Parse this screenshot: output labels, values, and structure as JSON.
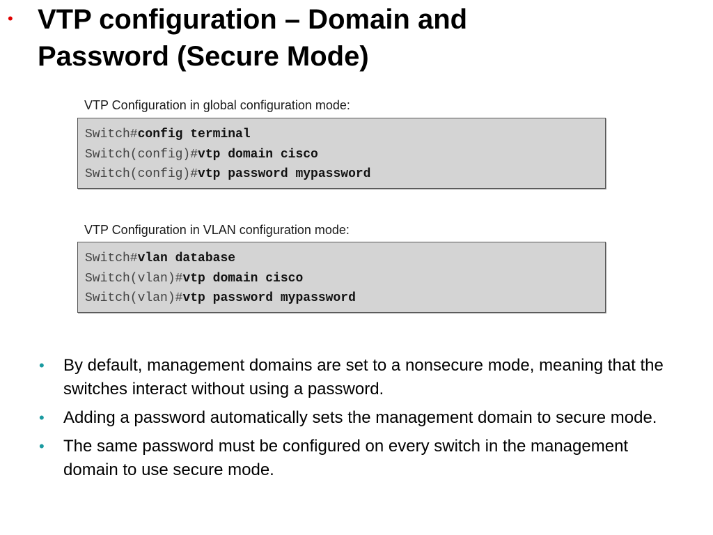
{
  "slide": {
    "title_line1": "VTP configuration – Domain and",
    "title_line2": "Password (Secure Mode)",
    "title_bullet": "•"
  },
  "sections": [
    {
      "caption": "VTP Configuration in global configuration mode:",
      "lines": [
        {
          "prompt": "Switch#",
          "command": "config terminal"
        },
        {
          "prompt": "Switch(config)#",
          "command": "vtp domain cisco"
        },
        {
          "prompt": "Switch(config)#",
          "command": "vtp password mypassword"
        }
      ]
    },
    {
      "caption": "VTP Configuration in VLAN configuration mode:",
      "lines": [
        {
          "prompt": "Switch#",
          "command": "vlan database"
        },
        {
          "prompt": "Switch(vlan)#",
          "command": "vtp domain cisco"
        },
        {
          "prompt": "Switch(vlan)#",
          "command": "vtp password mypassword"
        }
      ]
    }
  ],
  "bullets": [
    "By default, management domains are set to a nonsecure mode, meaning that the switches interact without using a password.",
    "Adding a password automatically sets the management domain to secure mode.",
    "The same password must be configured on every switch in the management domain to use secure mode."
  ],
  "colors": {
    "title_bullet": "#e00000",
    "list_bullet": "#1a9aa0",
    "code_background": "#d4d4d4"
  }
}
